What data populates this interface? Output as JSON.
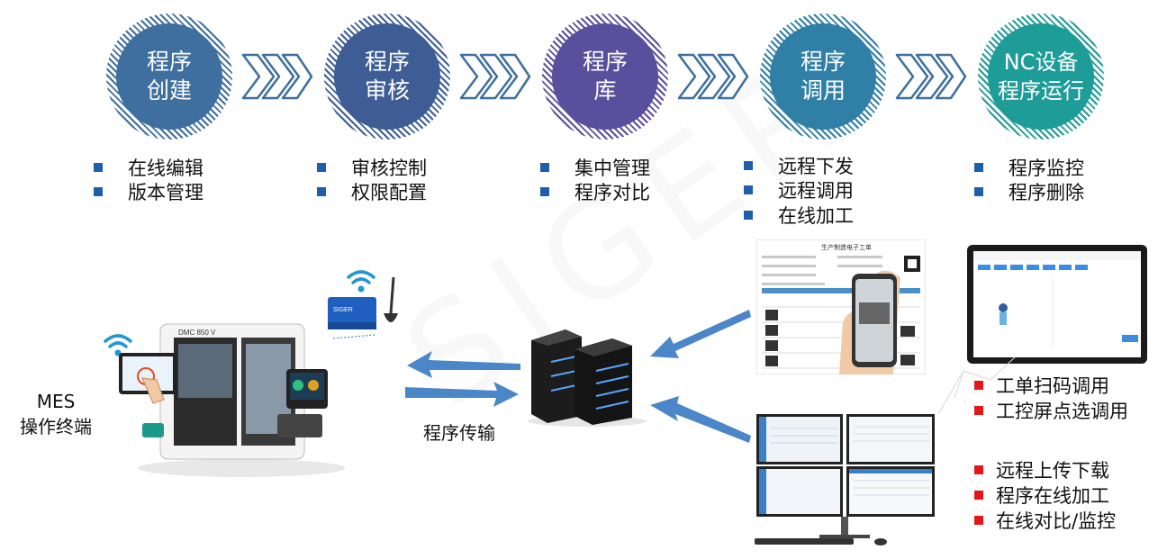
{
  "stages": [
    {
      "label": "程序\n创建",
      "color": "#3f6f9e"
    },
    {
      "label": "程序\n审核",
      "color": "#3d5d94"
    },
    {
      "label": "程序\n库",
      "color": "#5a4f9c"
    },
    {
      "label": "程序\n调用",
      "color": "#2f7fa6"
    },
    {
      "label": "NC设备\n程序运行",
      "color": "#1e9c98"
    }
  ],
  "stage_bullets": [
    [
      "在线编辑",
      "版本管理"
    ],
    [
      "审核控制",
      "权限配置"
    ],
    [
      "集中管理",
      "程序对比"
    ],
    [
      "远程下发",
      "远程调用",
      "在线加工"
    ],
    [
      "程序监控",
      "程序删除"
    ]
  ],
  "mes_terminal": "MES\n操作终端",
  "transfer_label": "程序传输",
  "scan_bullets": [
    "工单扫码调用",
    "工控屏点选调用"
  ],
  "monitor_bullets": [
    "远程上传下载",
    "程序在线加工",
    "在线对比/监控"
  ],
  "workorder_title": "生产制造电子工单",
  "controller_brand": "SIGER",
  "machine_model": "DMC 850 V",
  "watermark": "SIGER",
  "colors": {
    "bullet_blue": "#1f5ea8",
    "bullet_red": "#e3161a",
    "arrow_blue": "#4a86c8"
  }
}
